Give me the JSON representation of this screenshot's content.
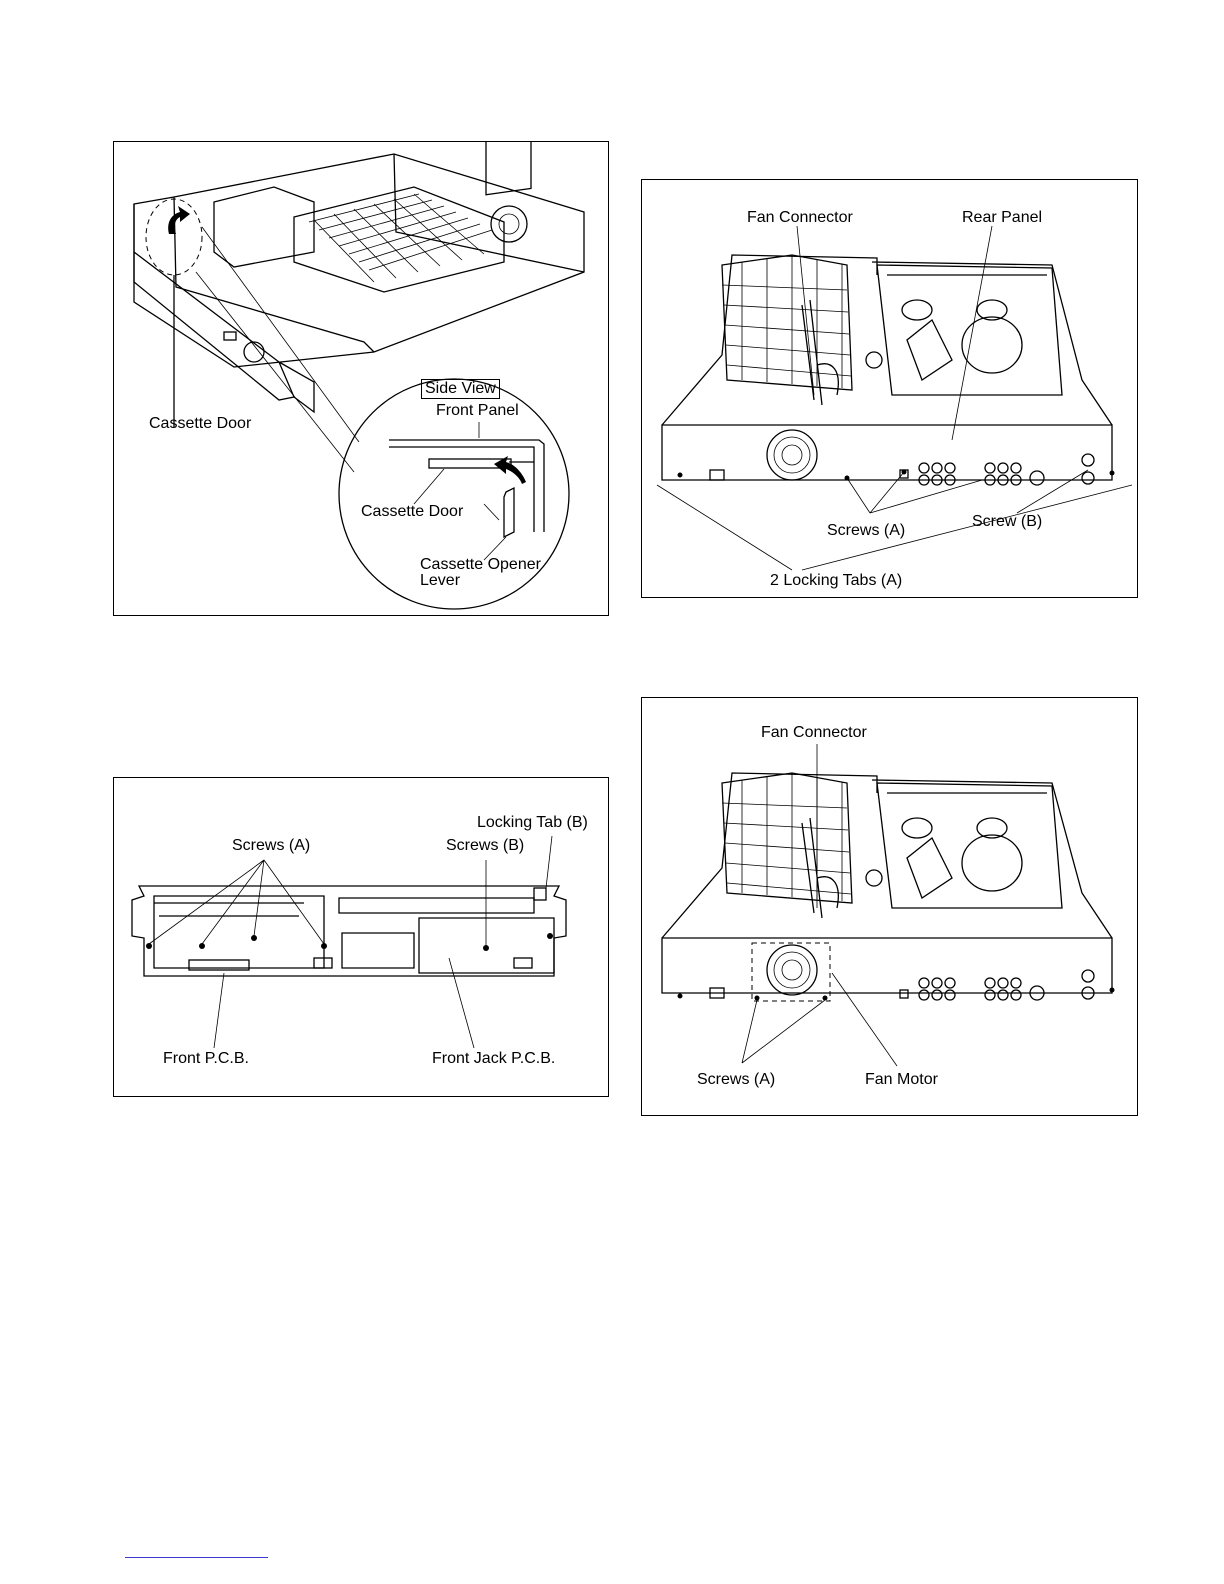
{
  "figures": {
    "fig1": {
      "labels": {
        "side_view": "Side View",
        "front_panel": "Front Panel",
        "cassette_door_main": "Cassette Door",
        "cassette_door_detail": "Cassette Door",
        "cassette_opener_lever_line1": "Cassette Opener",
        "cassette_opener_lever_line2": "Lever"
      }
    },
    "fig2": {
      "labels": {
        "fan_connector": "Fan Connector",
        "rear_panel": "Rear Panel",
        "screws_a": "Screws (A)",
        "screw_b": "Screw (B)",
        "locking_tabs": "2 Locking Tabs (A)"
      }
    },
    "fig3": {
      "labels": {
        "screws_a": "Screws (A)",
        "locking_tab_b": "Locking Tab (B)",
        "screws_b": "Screws (B)",
        "front_pcb": "Front P.C.B.",
        "front_jack_pcb": "Front Jack P.C.B."
      }
    },
    "fig4": {
      "labels": {
        "fan_connector": "Fan Connector",
        "screws_a": "Screws (A)",
        "fan_motor": "Fan Motor"
      }
    }
  }
}
